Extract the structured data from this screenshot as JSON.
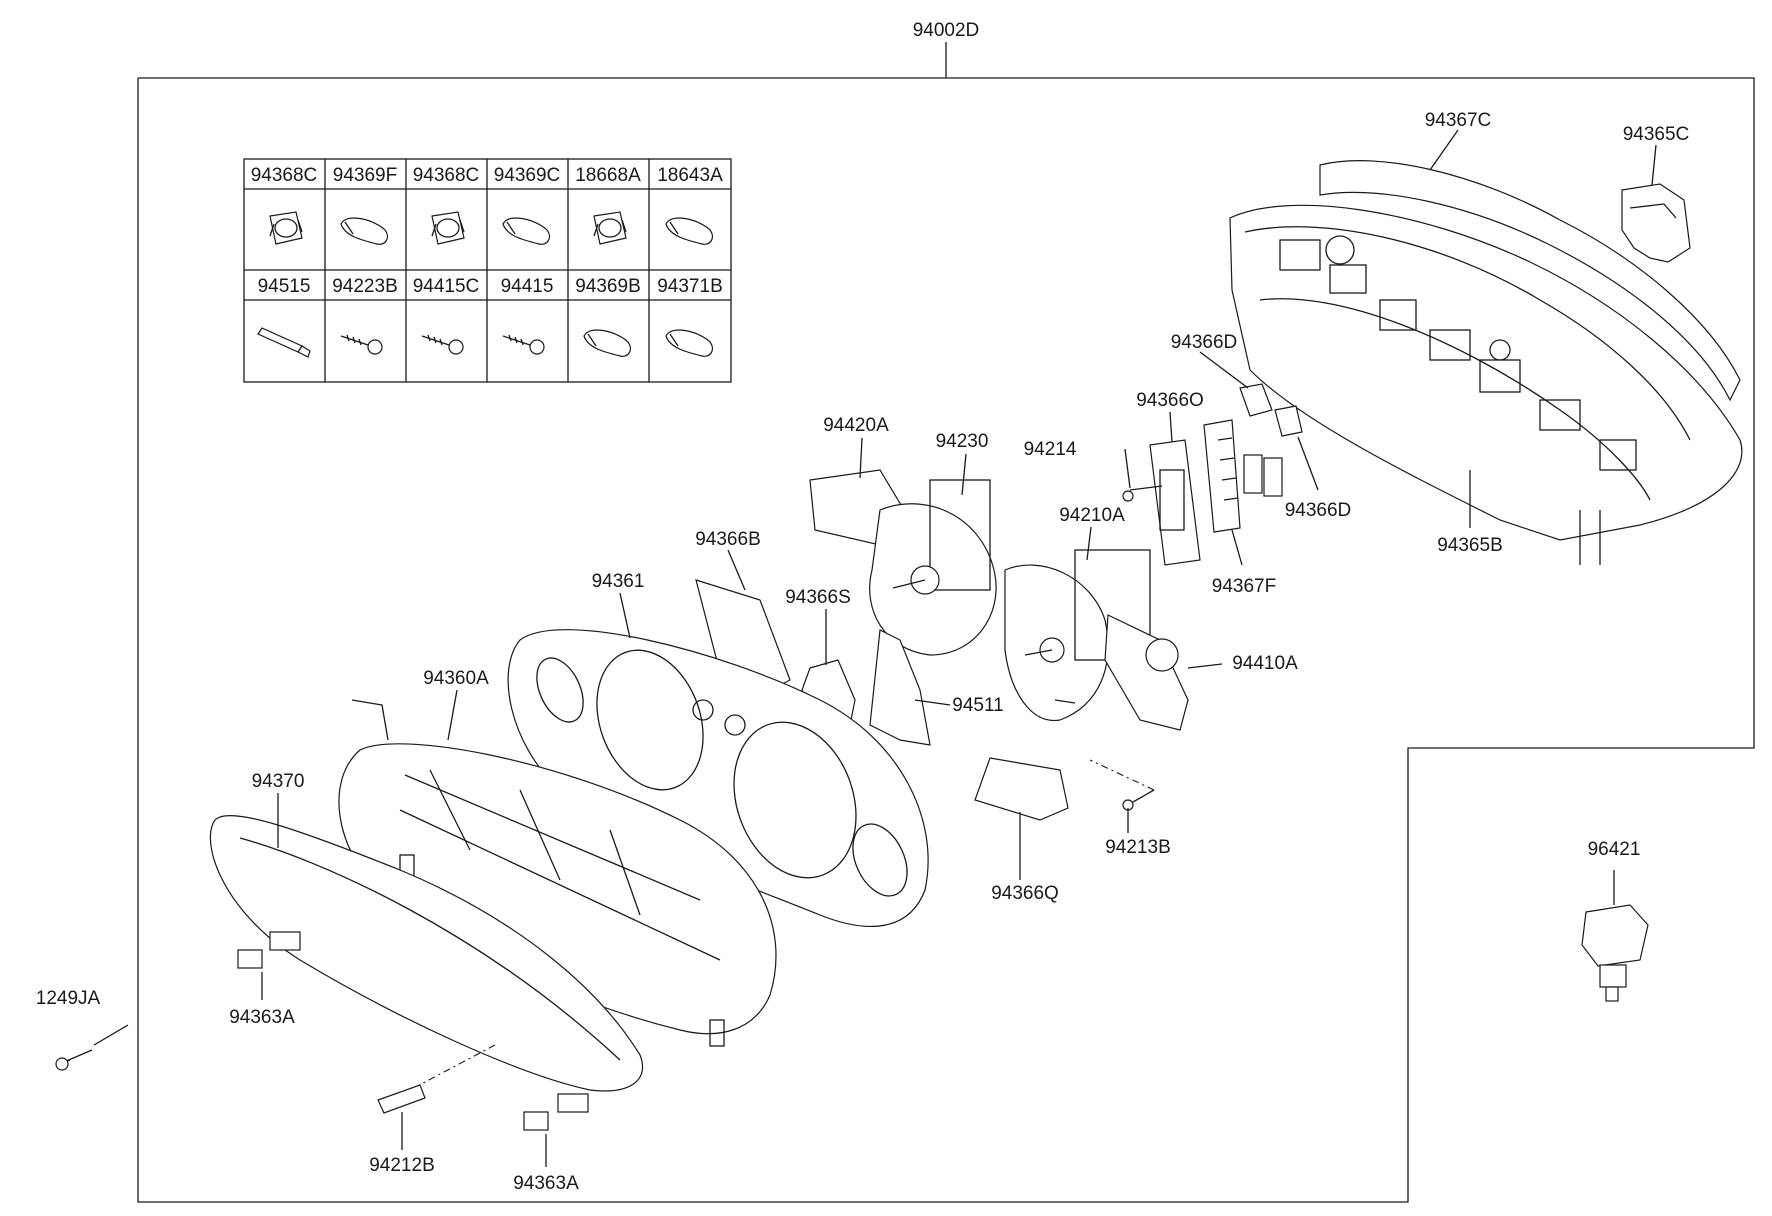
{
  "assembly_label": "94002D",
  "part_table": {
    "row1": [
      "94368C",
      "94369F",
      "94368C",
      "94369C",
      "18668A",
      "18643A"
    ],
    "row2": [
      "94515",
      "94223B",
      "94415C",
      "94415",
      "94369B",
      "94371B"
    ],
    "row1_icons": [
      "socket-bulb-icon",
      "wedge-bulb-icon",
      "socket-bulb-icon",
      "wedge-bulb-icon",
      "socket-bulb-icon",
      "wedge-bulb-icon"
    ],
    "row2_icons": [
      "pin-icon",
      "screw-icon",
      "screw-icon",
      "screw-icon",
      "wedge-bulb-icon",
      "wedge-bulb-icon"
    ]
  },
  "callouts": {
    "c_94367C": "94367C",
    "c_94365C": "94365C",
    "c_94366D_a": "94366D",
    "c_94366O": "94366O",
    "c_94214": "94214",
    "c_94366D_b": "94366D",
    "c_94365B": "94365B",
    "c_94420A": "94420A",
    "c_94230": "94230",
    "c_94210A": "94210A",
    "c_94367F": "94367F",
    "c_94366B": "94366B",
    "c_94361": "94361",
    "c_94366S": "94366S",
    "c_94410A": "94410A",
    "c_94511": "94511",
    "c_94360A": "94360A",
    "c_94370": "94370",
    "c_94213B": "94213B",
    "c_94366Q": "94366Q",
    "c_96421": "96421",
    "c_1249JA": "1249JA",
    "c_94363A_a": "94363A",
    "c_94212B": "94212B",
    "c_94363A_b": "94363A"
  }
}
